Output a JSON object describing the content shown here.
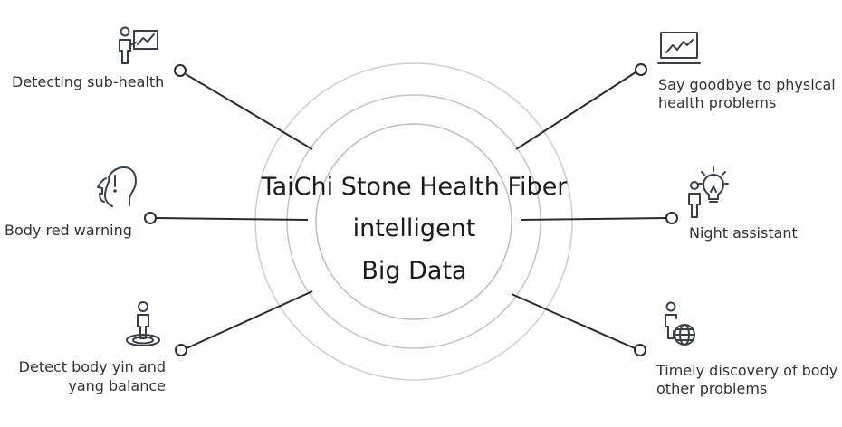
{
  "center": {
    "line1": "TaiChi Stone Health Fiber",
    "line2": "intelligent",
    "line3": "Big Data"
  },
  "features": {
    "sub_health": {
      "label": "Detecting sub-health",
      "icon": "presentation-chart-person-icon"
    },
    "red_warning": {
      "label": "Body red warning",
      "icon": "head-exclamation-icon"
    },
    "yin_yang": {
      "line1": "Detect body yin and",
      "line2": "yang balance",
      "icon": "person-on-target-icon"
    },
    "goodbye": {
      "line1": "Say goodbye to physical",
      "line2": "health problems",
      "icon": "laptop-chart-icon"
    },
    "night": {
      "label": "Night assistant",
      "icon": "person-lightbulb-icon"
    },
    "timely": {
      "line1": "Timely discovery of body",
      "line2": "other problems",
      "icon": "person-globe-icon"
    }
  },
  "colors": {
    "line": "#2b2b2b",
    "ring": "#c8c8c8",
    "icon": "#3a3f47",
    "text": "#333333"
  }
}
